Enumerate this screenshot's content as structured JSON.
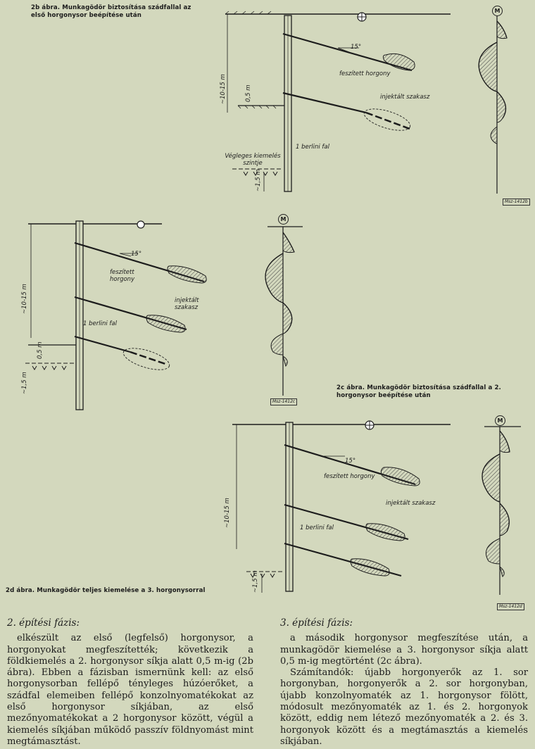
{
  "captions": {
    "fig2b": "2b ábra. Munkagödör biztosítása szádfallal az első horgonysor beépítése után",
    "fig2c": "2c ábra. Munkagödör biztosítása szádfallal a 2. horgonysor beépítése után",
    "fig2d": "2d ábra. Munkagödör teljes kiemelése a 3. horgonysorral"
  },
  "fig2b": {
    "angle": "15°",
    "anchor_label": "feszített horgony",
    "grout_label": "injektált szakasz",
    "depth": "~10-15 m",
    "offset": "0,5 m",
    "wall_label": "1 berlini fal",
    "excavation_label": "Végleges kiemelés szintje",
    "bottom_depth": "~1,5 m",
    "moment_symbol": "M",
    "ref": "Msz-1412b"
  },
  "fig2c": {
    "angle": "15°",
    "anchor_label": "feszített horgony",
    "grout_label": "injektált szakasz",
    "depth": "~10-15 m",
    "offset": "0,5 m",
    "wall_label": "1 berlini fal",
    "bottom_depth": "~1,5 m",
    "moment_symbol": "M",
    "ref": "Msz-1412c"
  },
  "fig2d": {
    "angle": "15°",
    "anchor_label": "feszített horgony",
    "grout_label": "injektált szakasz",
    "depth": "~10-15 m",
    "wall_label": "1 berlini fal",
    "bottom_depth": "~1,5 m",
    "moment_symbol": "M",
    "ref": "Msz-1412d"
  },
  "text": {
    "phase2_heading": "2. építési fázis:",
    "phase2_body": "elkészült az első (legfelső) horgonysor, a horgonyokat megfeszítették; következik a földkiemelés a 2. horgonysor síkja alatt 0,5 m-ig (2b ábra). Ebben a fázisban ismernünk kell: az első horgonysorban fellépő tényleges húzóerőket, a szádfal elemeiben fellépő konzolnyomatékokat az első horgonysor síkjában, az első mezőnyomatékokat a 2 horgonysor között, végül a kiemelés síkjában működő passzív földnyomást mint megtámasztást.",
    "phase3_heading": "3. építési fázis:",
    "phase3_p1": "a második horgonysor megfeszítése után, a munkagödör kiemelése a 3. horgonysor síkja alatt 0,5 m-ig megtörtént (2c ábra).",
    "phase3_p2": "Számítandók: újabb horgonyerők az 1. sor horgonyban, horgonyerők a 2. sor horgonyban, újabb konzolnyomaték az 1. horgonysor fölött, módosult mezőnyomaték az 1. és 2. horgonyok között, eddig nem létező mezőnyomaték a 2. és 3. horgonyok között és a megtámasztás a kiemelés síkjában."
  }
}
